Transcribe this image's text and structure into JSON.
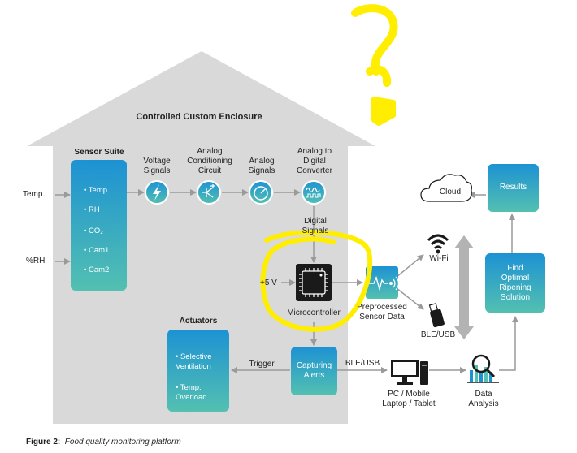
{
  "enclosure_title": "Controlled Custom Enclosure",
  "sensor_suite": {
    "title": "Sensor Suite",
    "items": [
      "Temp",
      "RH",
      "CO₂",
      "Cam1",
      "Cam2"
    ]
  },
  "inputs": {
    "temp": "Temp.",
    "rh": "%RH"
  },
  "stages": {
    "voltage": "Voltage\nSignals",
    "analog_circuit": "Analog\nConditioning\nCircuit",
    "analog_signals": "Analog\nSignals",
    "adc": "Analog to\nDigital\nConverter",
    "digital": "Digital\nSignals"
  },
  "power": "+5 V",
  "microcontroller": "Microcontroller",
  "preprocessed": "Preprocessed\nSensor Data",
  "wifi": "Wi-Fi",
  "ble_usb": "BLE/USB",
  "actuators": {
    "title": "Actuators",
    "items": [
      "Selective\nVentilation",
      "Temp.\nOverload"
    ]
  },
  "trigger": "Trigger",
  "capturing_alerts": "Capturing\nAlerts",
  "ble_usb_link": "BLE/USB",
  "pc_mobile": "PC / Mobile\nLaptop / Tablet",
  "data_analysis": "Data\nAnalysis",
  "find_solution": "Find\nOptimal\nRipening\nSolution",
  "results": "Results",
  "cloud": "Cloud",
  "caption": {
    "label": "Figure 2:",
    "text": "Food quality monitoring platform"
  },
  "colors": {
    "accent_blue": "#1d92d3",
    "accent_teal": "#53c0b1",
    "house_gray": "#d9d9d9",
    "arrow_gray": "#9a9a9a",
    "highlight_yellow": "#ffee00"
  }
}
